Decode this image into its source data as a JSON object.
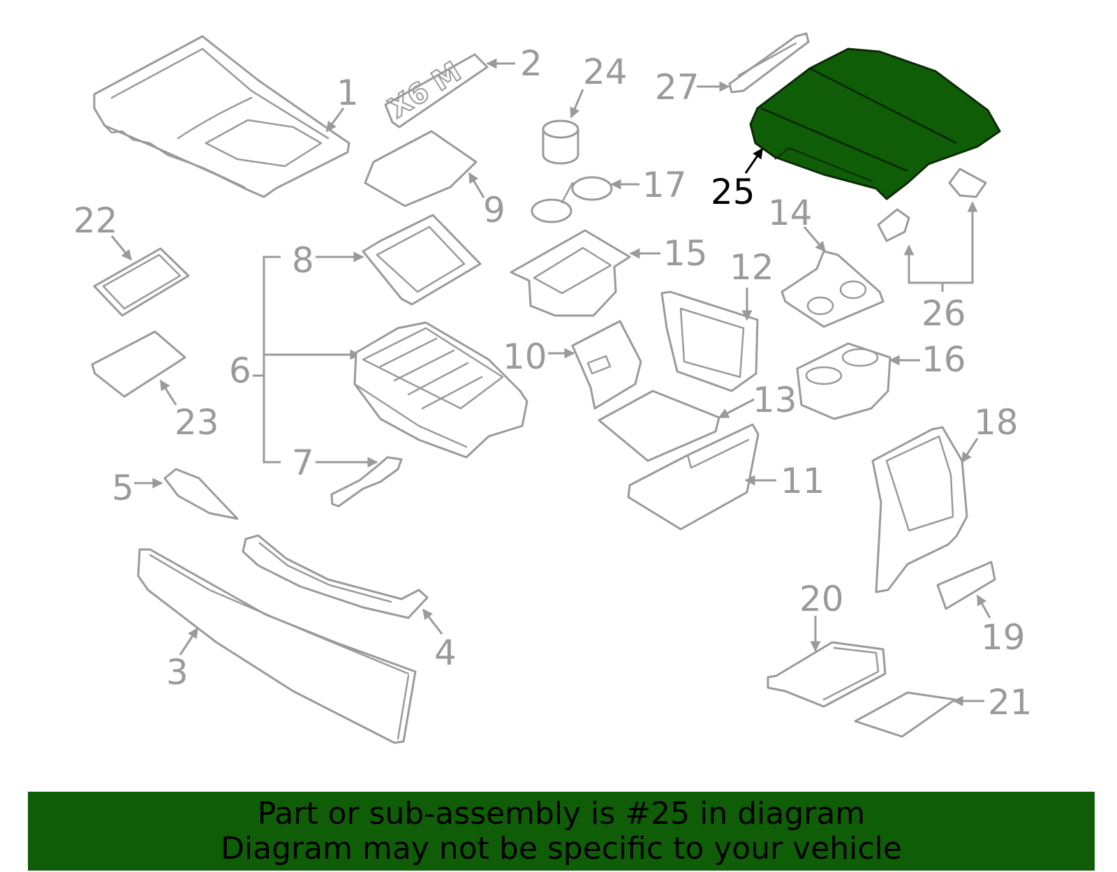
{
  "colors": {
    "line": "#9a9a9a",
    "highlight": "#0f5e07",
    "banner": "#0f5e07",
    "highlight_text": "#000000"
  },
  "callouts": {
    "c1": "1",
    "c2": "2",
    "c3": "3",
    "c4": "4",
    "c5": "5",
    "c6": "6",
    "c7": "7",
    "c8": "8",
    "c9": "9",
    "c10": "10",
    "c11": "11",
    "c12": "12",
    "c13": "13",
    "c14": "14",
    "c15": "15",
    "c16": "16",
    "c17": "17",
    "c18": "18",
    "c19": "19",
    "c20": "20",
    "c21": "21",
    "c22": "22",
    "c23": "23",
    "c24": "24",
    "c25": "25",
    "c26": "26",
    "c27": "27"
  },
  "emblem_text": "X6 M",
  "highlighted_part": "25",
  "banner": {
    "line1": "Part or sub-assembly is #25 in diagram",
    "line2": "Diagram may not be specific to your vehicle"
  }
}
